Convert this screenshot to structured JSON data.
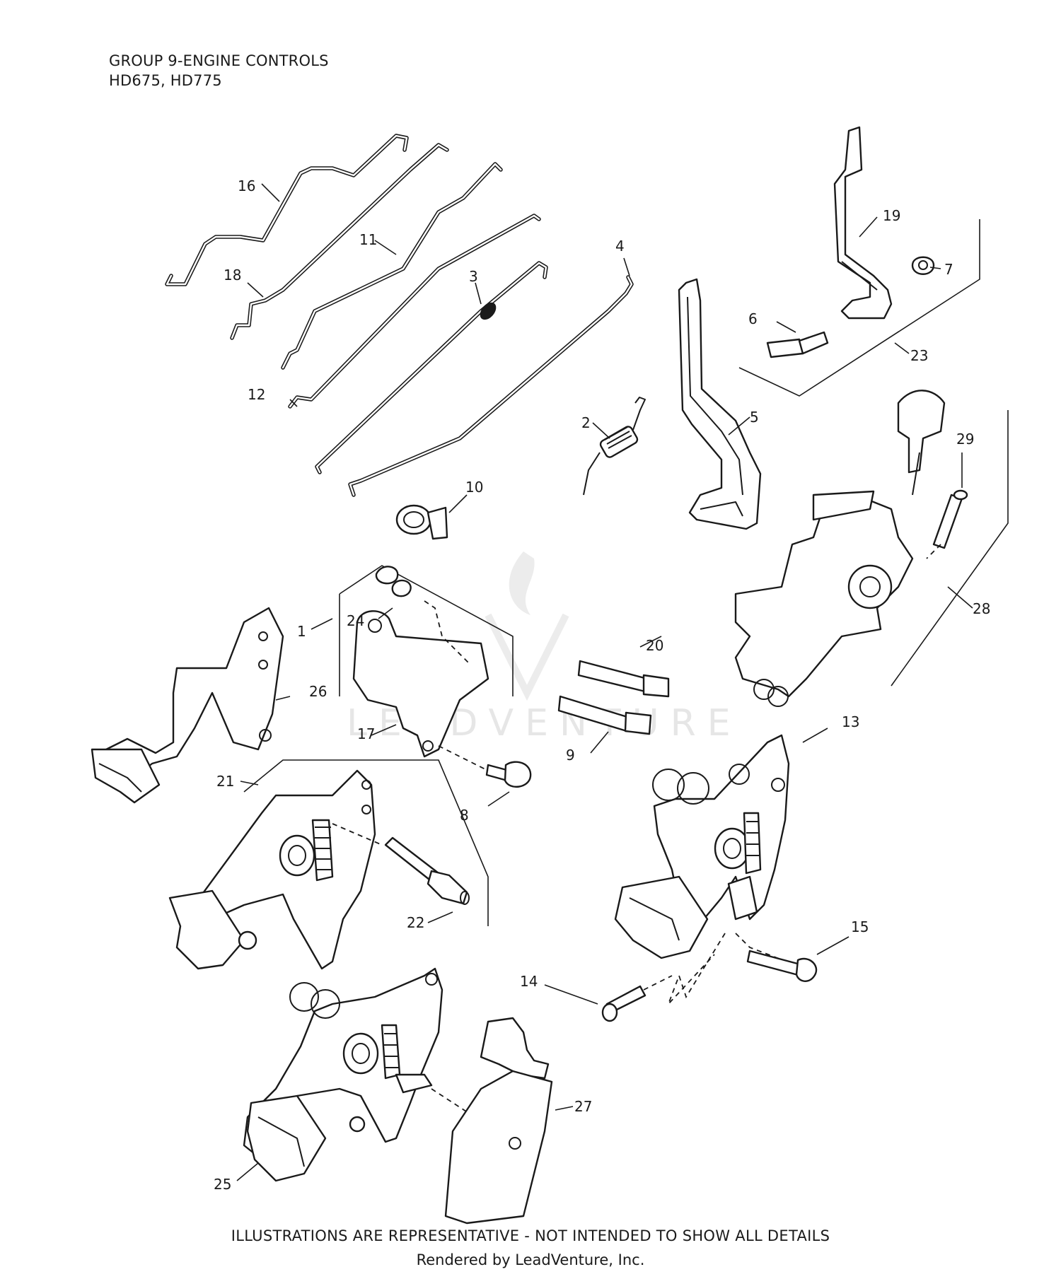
{
  "header": {
    "title_line1": "GROUP 9-ENGINE CONTROLS",
    "title_line2": "HD675, HD775"
  },
  "footer": {
    "disclaimer": "ILLUSTRATIONS ARE REPRESENTATIVE - NOT INTENDED TO SHOW ALL DETAILS",
    "credit": "Rendered by LeadVenture, Inc."
  },
  "watermark": {
    "text": "LEADVENTURE"
  },
  "callouts": [
    "1",
    "2",
    "3",
    "4",
    "5",
    "6",
    "7",
    "8",
    "9",
    "10",
    "11",
    "12",
    "13",
    "14",
    "15",
    "16",
    "17",
    "18",
    "19",
    "20",
    "21",
    "22",
    "23",
    "24",
    "25",
    "26",
    "27",
    "28",
    "29"
  ]
}
